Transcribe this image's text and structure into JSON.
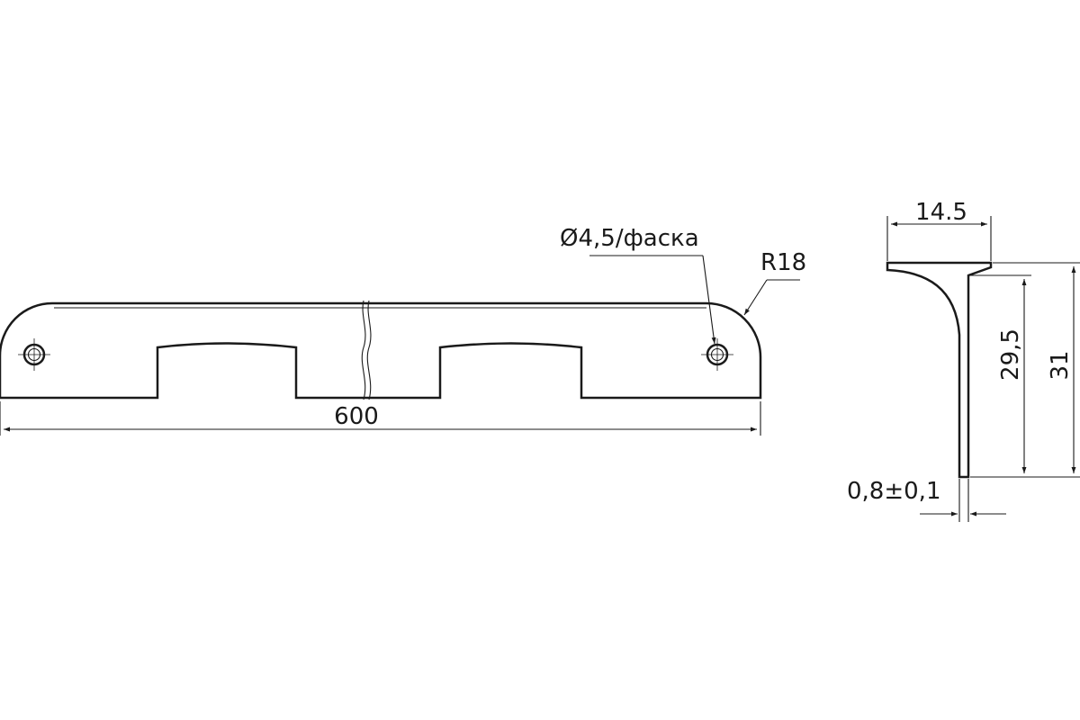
{
  "colors": {
    "line": "#1a1a1a",
    "background": "#ffffff"
  },
  "labels": {
    "length": "600",
    "hole": "Ø4,5/фаска",
    "radius": "R18",
    "flange_width": "14.5",
    "inner_height": "29,5",
    "total_height": "31",
    "thickness": "0,8±0,1"
  }
}
